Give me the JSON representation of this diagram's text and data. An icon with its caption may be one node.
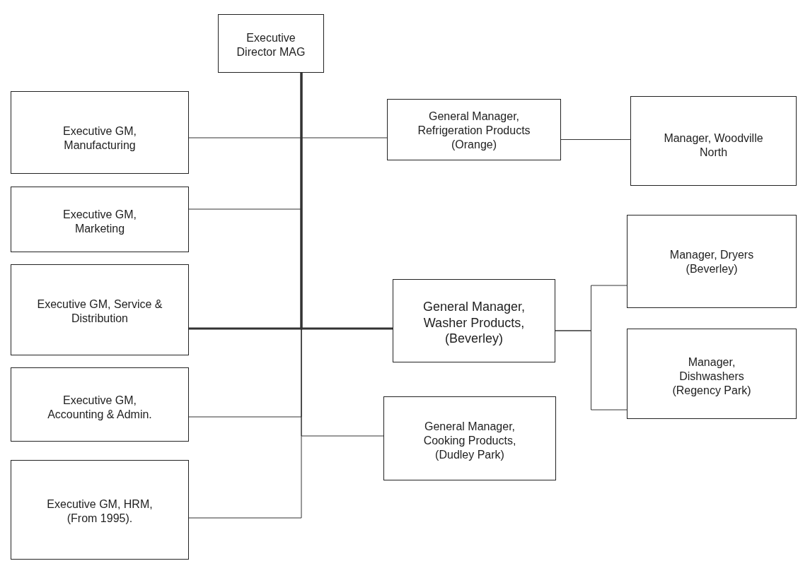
{
  "diagram": {
    "nodes": [
      {
        "text": [
          "Executive Director MAG"
        ]
      },
      {
        "text": [
          "Executive GM, Manufacturing"
        ]
      },
      {
        "text": [
          "Executive GM, Marketing"
        ]
      },
      {
        "text": [
          "Executive GM, Service & Distribution"
        ]
      },
      {
        "text": [
          "Executive GM, Accounting & Admin."
        ]
      },
      {
        "text": [
          "Executive GM, HRM, (From 1995)."
        ]
      },
      {
        "text": [
          "General Manager, Refrigeration Products (Orange)"
        ]
      },
      {
        "text": [
          "General Manager, Washer Products, (Beverley)"
        ]
      },
      {
        "text": [
          "General Manager, Cooking Products, (Dudley Park)"
        ]
      },
      {
        "text": [
          "Manager, Woodville North"
        ]
      },
      {
        "text": [
          "Manager, Dryers (Beverley)"
        ]
      },
      {
        "text": [
          "Manager, Dishwashers (Regency Park)"
        ]
      }
    ],
    "edges": [
      {
        "from": 0,
        "to": 1,
        "arrow": "none"
      },
      {
        "from": 0,
        "to": 2,
        "arrow": "none"
      },
      {
        "from": 0,
        "to": 3,
        "arrow": "none",
        "style": "thick"
      },
      {
        "from": 0,
        "to": 4,
        "arrow": "none"
      },
      {
        "from": 0,
        "to": 5,
        "arrow": "none"
      },
      {
        "from": 0,
        "to": 6,
        "arrow": "none"
      },
      {
        "from": 0,
        "to": 7,
        "arrow": "none",
        "style": "thick"
      },
      {
        "from": 0,
        "to": 8,
        "arrow": "none"
      },
      {
        "from": 6,
        "to": 9,
        "arrow": "none"
      },
      {
        "from": 7,
        "to": 10,
        "arrow": "none"
      },
      {
        "from": 7,
        "to": 11,
        "arrow": "none"
      }
    ]
  }
}
